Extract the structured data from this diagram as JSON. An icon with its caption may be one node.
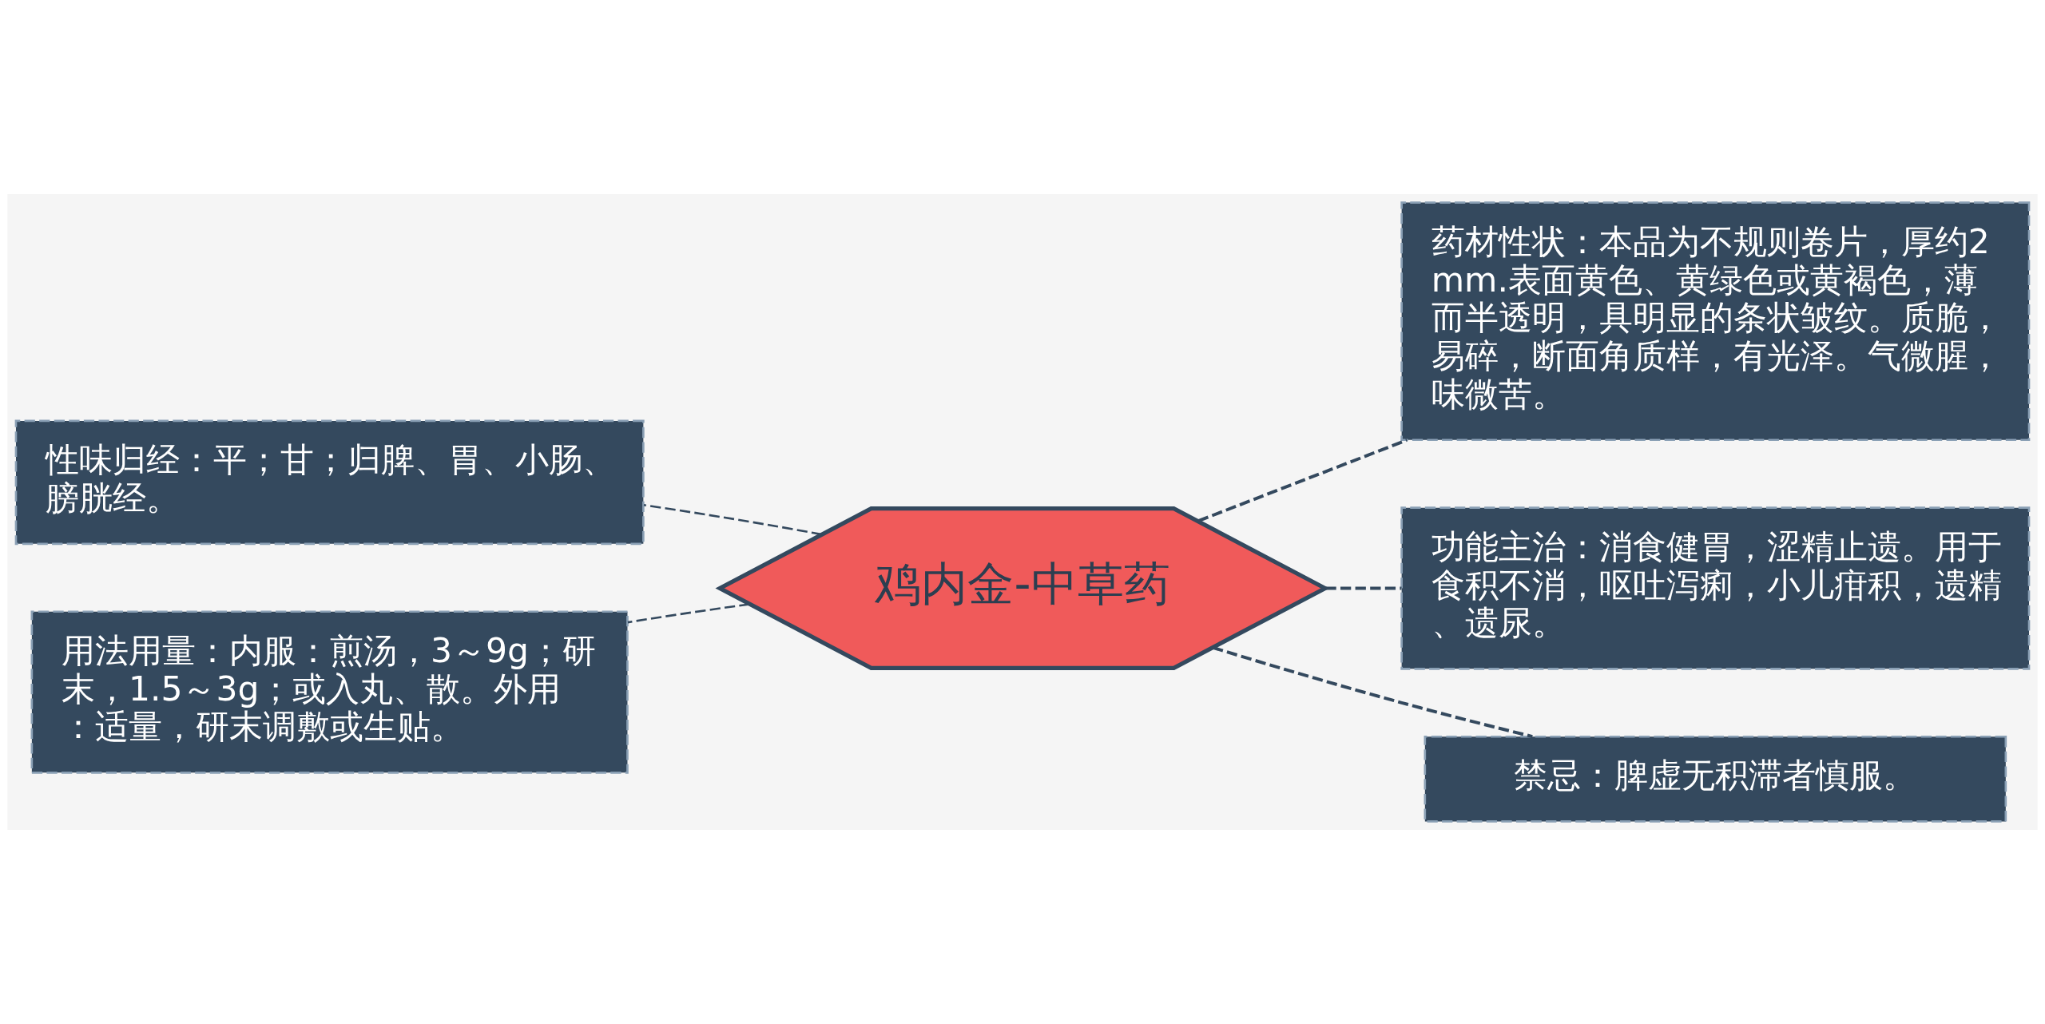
{
  "diagram": {
    "nodes": [
      {
        "text": [
          "鸡内金-中草药"
        ]
      },
      {
        "text": [
          "性味归经：平；甘；归脾、胃、小肠、膀胱经。"
        ]
      },
      {
        "text": [
          "用法用量：内服：煎汤，3～9g；研末，1.5～3g；或入丸、散。外用：适量，研末调敷或生贴。"
        ]
      },
      {
        "text": [
          "药材性状：本品为不规则卷片，厚约2mm.表面黄色、黄绿色或黄褐色，薄而半透明，具明显的条状皱纹。质脆，易碎，断面角质样，有光泽。气微腥，味微苦。"
        ]
      },
      {
        "text": [
          "功能主治：消食健胃，涩精止遗。用于食积不消，呕吐泻痢，小儿疳积，遗精、遗尿。"
        ]
      },
      {
        "text": [
          "禁忌：脾虚无积滞者慎服。"
        ]
      }
    ],
    "edges": [
      {
        "from": 0,
        "to": 1,
        "arrow": "none",
        "style": "dashed"
      },
      {
        "from": 0,
        "to": 2,
        "arrow": "none",
        "style": "dashed"
      },
      {
        "from": 0,
        "to": 3,
        "arrow": "none",
        "style": "dashed"
      },
      {
        "from": 0,
        "to": 4,
        "arrow": "none",
        "style": "dashed"
      },
      {
        "from": 0,
        "to": 5,
        "arrow": "none",
        "style": "dashed"
      }
    ]
  }
}
